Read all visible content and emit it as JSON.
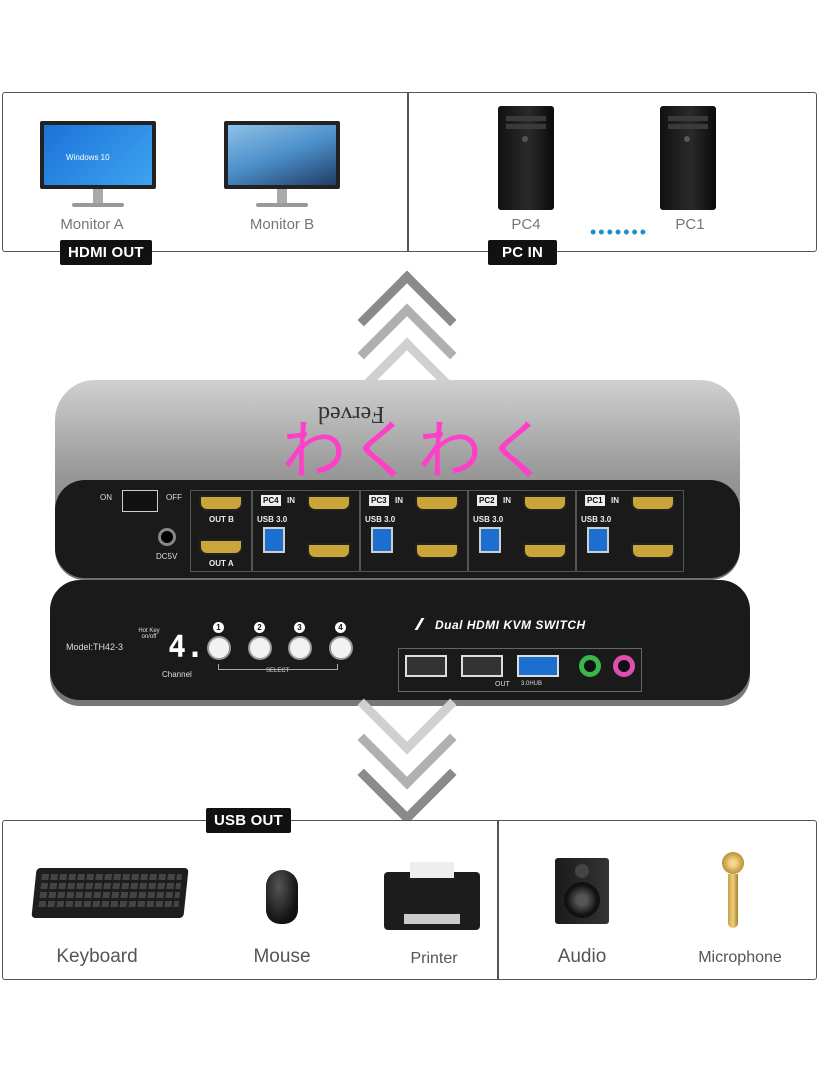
{
  "top_panel": {
    "hdmi_out_tag": "HDMI OUT",
    "pc_in_tag": "PC IN",
    "monitor_a_label": "Monitor A",
    "monitor_b_label": "Monitor B",
    "monitor_a_screen_text": "Windows 10",
    "pc4_label": "PC4",
    "pc1_label": "PC1",
    "dots": "•••••••"
  },
  "device": {
    "brand_mirrored": "Ferved",
    "overlay_text": "わくわく",
    "on_label": "ON",
    "off_label": "OFF",
    "dc_label": "DC5V",
    "out_b_label": "OUT B",
    "out_a_label": "OUT A",
    "pc_groups": [
      {
        "badge": "PC4",
        "in": "IN",
        "usb": "USB 3.0"
      },
      {
        "badge": "PC3",
        "in": "IN",
        "usb": "USB 3.0"
      },
      {
        "badge": "PC2",
        "in": "IN",
        "usb": "USB 3.0"
      },
      {
        "badge": "PC1",
        "in": "IN",
        "usb": "USB 3.0"
      }
    ],
    "model": "Model:TH42-3",
    "hotkey_label": "Hot Key on/off",
    "led_value": "4.",
    "channel_label": "Channel",
    "select_label": "SELECT",
    "select_buttons": [
      "1",
      "2",
      "3",
      "4"
    ],
    "kvm_title": "Dual HDMI KVM SWITCH",
    "out_label": "OUT",
    "usb30_label": "3.0HUB",
    "colors": {
      "audio_jack": "#3cb54a",
      "mic_jack": "#e04fb0",
      "overlay": "#ff3fc8"
    }
  },
  "bottom_panel": {
    "usb_out_tag": "USB OUT",
    "keyboard_label": "Keyboard",
    "mouse_label": "Mouse",
    "printer_label": "Printer",
    "audio_label": "Audio",
    "microphone_label": "Microphone"
  }
}
